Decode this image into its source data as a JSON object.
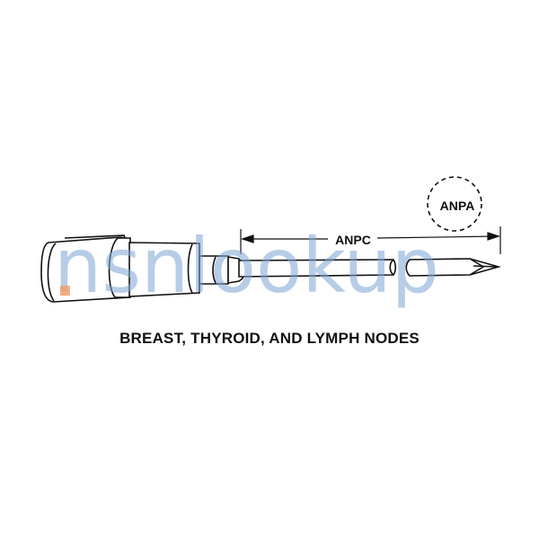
{
  "diagram": {
    "callout_label": "ANPA",
    "dimension_label": "ANPC",
    "caption": "BREAST, THYROID, AND LYMPH NODES"
  },
  "watermark": {
    "text": "nsnlookup",
    "color": "#7ea6d4",
    "accent_color": "#f0a070"
  },
  "colors": {
    "ink": "#111111",
    "background": "#ffffff"
  }
}
